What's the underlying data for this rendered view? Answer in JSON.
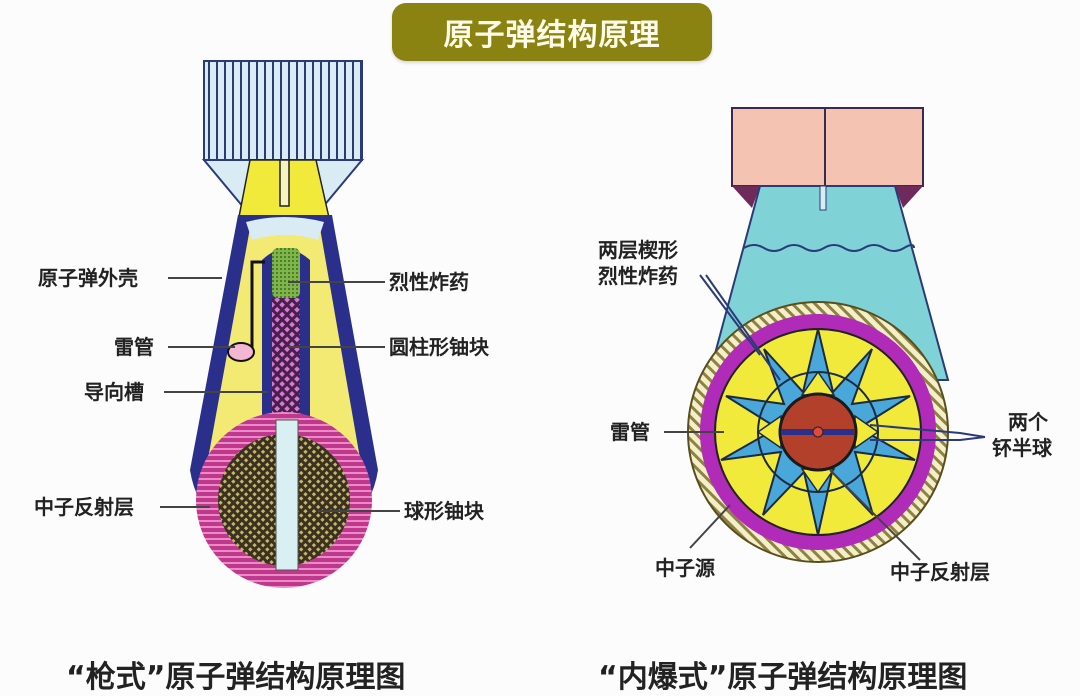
{
  "title": "原子弹结构原理",
  "colors": {
    "title_bg": "#8a8312",
    "shell_navy": "#2b2f8c",
    "yellow": "#f2ea72",
    "magenta_reflector": "#c0388e",
    "purple_ring": "#b02bb8",
    "cyan_body": "#7fd3d6",
    "peach_fins": "#f5c3b2",
    "blue_wedge": "#49a7da",
    "core_red": "#b2402a"
  },
  "gun_type": {
    "caption": "“枪式”原子弹结构原理图",
    "labels": {
      "shell": "原子弹外壳",
      "detonator": "雷管",
      "guide_slot": "导向槽",
      "reflector": "中子反射层",
      "explosive": "烈性炸药",
      "cylinder_uranium": "圆柱形铀块",
      "sphere_uranium": "球形铀块"
    }
  },
  "implosion_type": {
    "caption": "“内爆式”原子弹结构原理图",
    "labels": {
      "wedge_explosive_line1": "两层楔形",
      "wedge_explosive_line2": "烈性炸药",
      "detonator": "雷管",
      "hemispheres_line1": "两个",
      "hemispheres_line2": "钚半球",
      "neutron_source": "中子源",
      "reflector": "中子反射层"
    }
  }
}
